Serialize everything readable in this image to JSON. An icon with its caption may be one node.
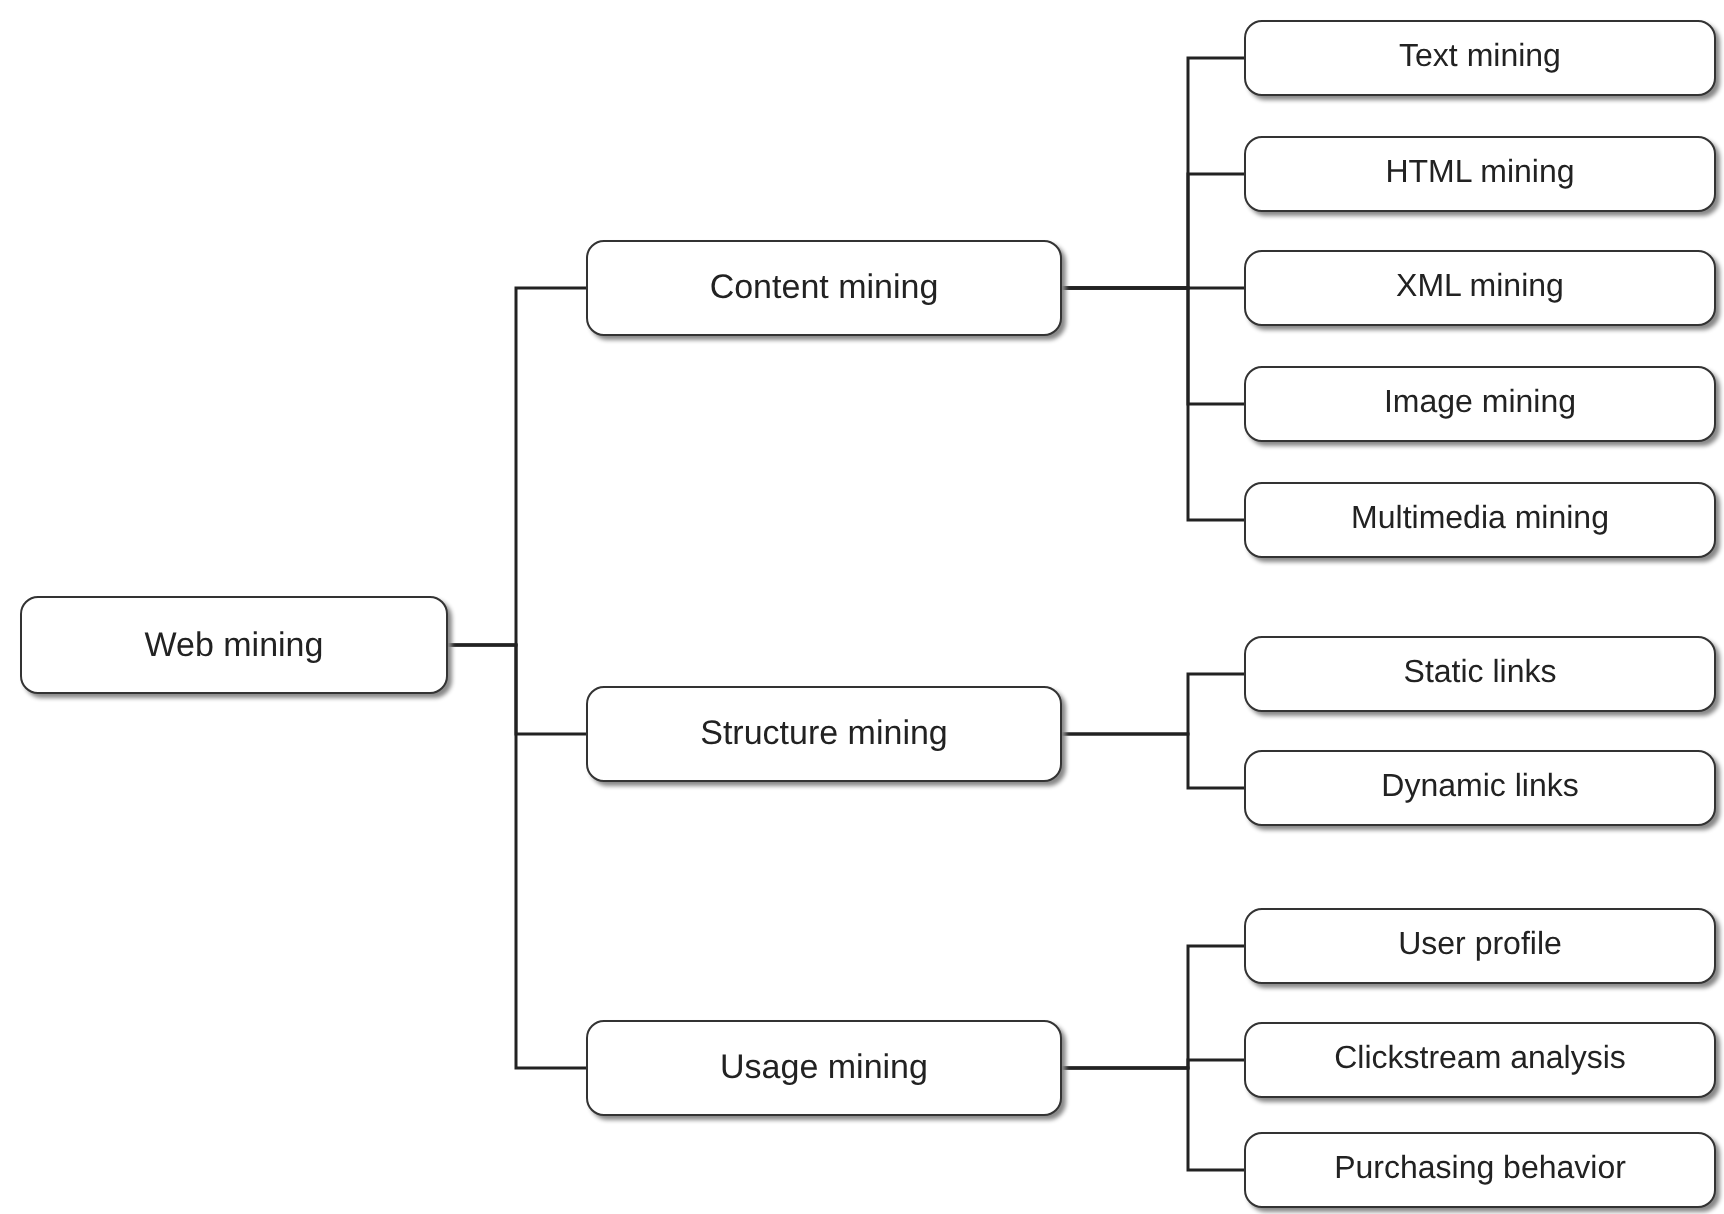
{
  "diagram": {
    "nodes": [
      {
        "text": [
          "Web mining"
        ]
      },
      {
        "text": [
          "Content mining"
        ]
      },
      {
        "text": [
          "Structure mining"
        ]
      },
      {
        "text": [
          "Usage mining"
        ]
      },
      {
        "text": [
          "Text mining"
        ]
      },
      {
        "text": [
          "HTML mining"
        ]
      },
      {
        "text": [
          "XML mining"
        ]
      },
      {
        "text": [
          "Image mining"
        ]
      },
      {
        "text": [
          "Multimedia mining"
        ]
      },
      {
        "text": [
          "Static links"
        ]
      },
      {
        "text": [
          "Dynamic links"
        ]
      },
      {
        "text": [
          "User profile"
        ]
      },
      {
        "text": [
          "Clickstream analysis"
        ]
      },
      {
        "text": [
          "Purchasing behavior"
        ]
      }
    ],
    "edges": [
      {
        "from": 0,
        "to": 1,
        "arrow": "none"
      },
      {
        "from": 0,
        "to": 2,
        "arrow": "none"
      },
      {
        "from": 0,
        "to": 3,
        "arrow": "none"
      },
      {
        "from": 1,
        "to": 4,
        "arrow": "none"
      },
      {
        "from": 1,
        "to": 5,
        "arrow": "none"
      },
      {
        "from": 1,
        "to": 6,
        "arrow": "none"
      },
      {
        "from": 1,
        "to": 7,
        "arrow": "none"
      },
      {
        "from": 1,
        "to": 8,
        "arrow": "none"
      },
      {
        "from": 2,
        "to": 9,
        "arrow": "none"
      },
      {
        "from": 2,
        "to": 10,
        "arrow": "none"
      },
      {
        "from": 3,
        "to": 11,
        "arrow": "none"
      },
      {
        "from": 3,
        "to": 12,
        "arrow": "none"
      },
      {
        "from": 3,
        "to": 13,
        "arrow": "none"
      }
    ]
  }
}
